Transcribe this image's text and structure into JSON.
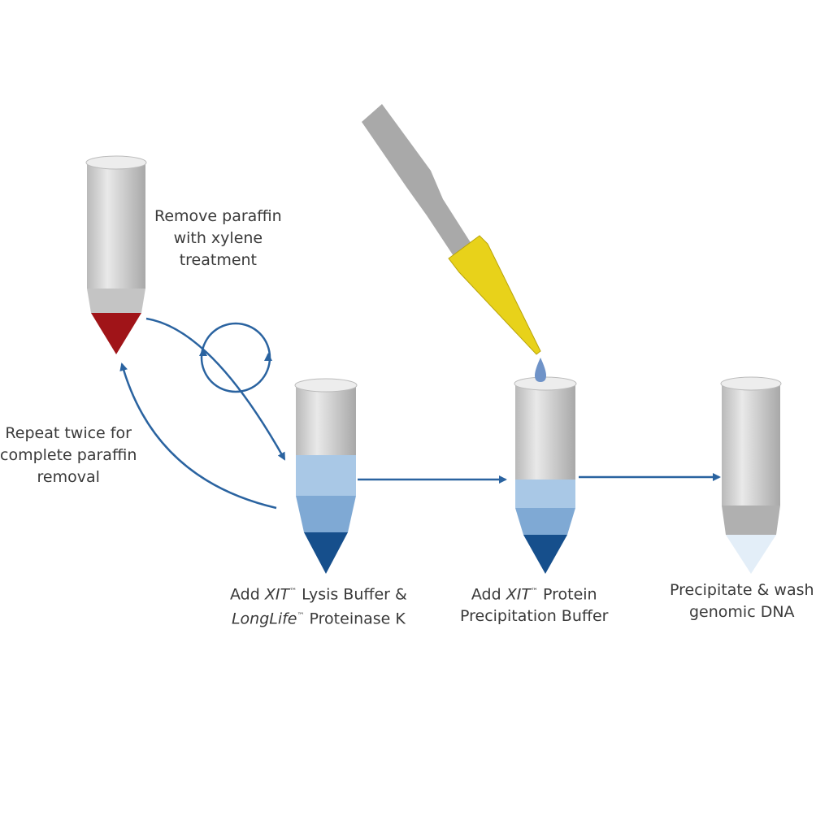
{
  "steps": {
    "remove": {
      "line1": "Remove paraffin",
      "line2": "with xylene",
      "line3": "treatment"
    },
    "repeat": {
      "line1": "Repeat twice for",
      "line2": "complete paraffin",
      "line3": "removal"
    },
    "lysis": {
      "pre": "Add ",
      "brand1": "XIT",
      "tm": "™",
      "rest1": " Lysis Buffer &",
      "brand2": "LongLife",
      "tm2": "™",
      "rest2": " Proteinase K"
    },
    "protein": {
      "pre": "Add ",
      "brand": "XIT",
      "tm": "™",
      "rest1": " Protein",
      "line2": "Precipitation Buffer"
    },
    "precip": {
      "line1": "Precipitate & wash",
      "line2": "genomic DNA"
    }
  },
  "colors": {
    "arrow": "#2a63a0",
    "red": "#a01418",
    "darkblue": "#164f8c",
    "lightblue": "#a9c8e6",
    "yellow": "#e8d21a"
  }
}
